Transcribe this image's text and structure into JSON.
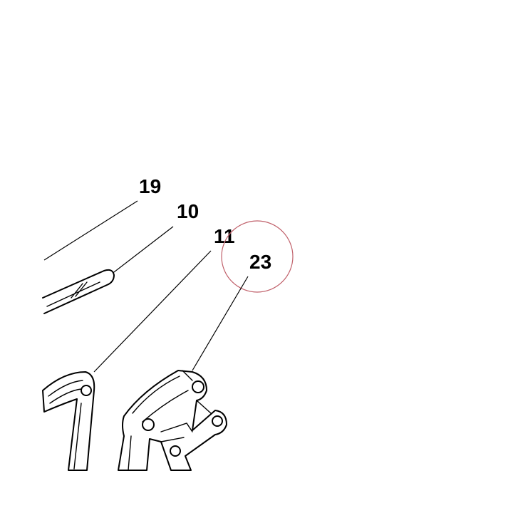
{
  "callouts": [
    {
      "id": "19",
      "label": "19"
    },
    {
      "id": "10",
      "label": "10"
    },
    {
      "id": "11",
      "label": "11"
    },
    {
      "id": "23",
      "label": "23"
    }
  ],
  "highlighted_callout": "23",
  "colors": {
    "line": "#000000",
    "background": "#ffffff",
    "highlight_ring": "#c0606a"
  }
}
